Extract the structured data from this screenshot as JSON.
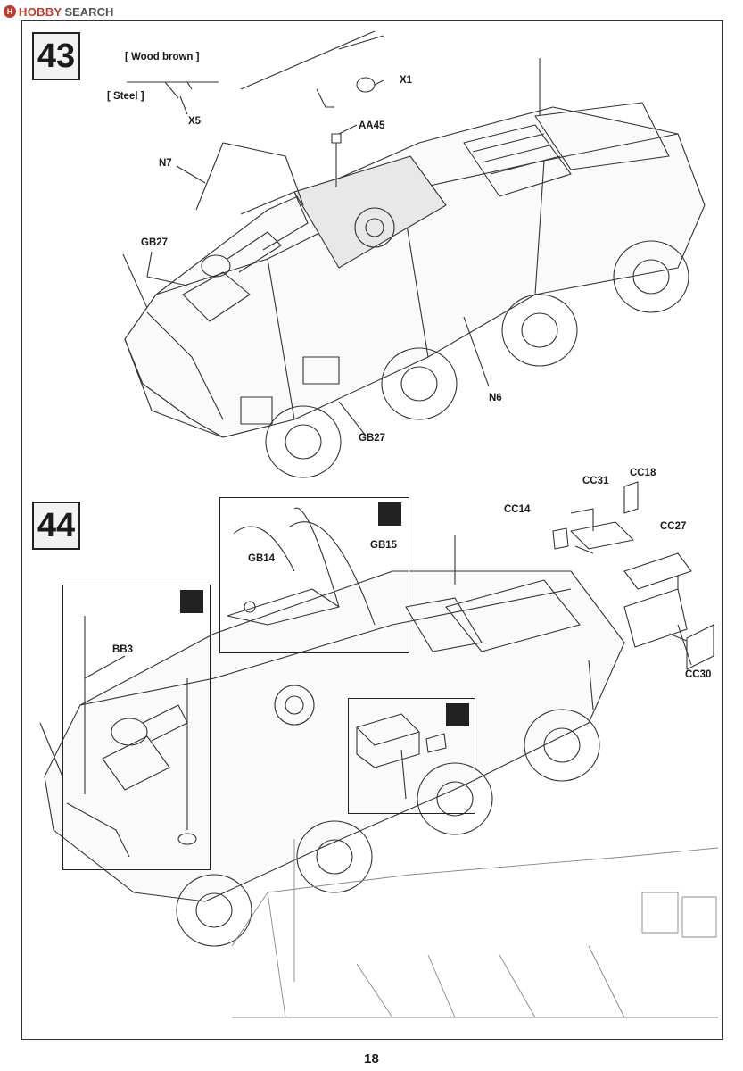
{
  "watermark": {
    "brand": "HOBBY",
    "suffix": "SEARCH"
  },
  "page_number": "18",
  "steps": [
    {
      "number": "43",
      "labels": {
        "wood_brown": "[ Wood brown ]",
        "steel": "[ Steel ]",
        "x5": "X5",
        "x1": "X1",
        "aa45": "AA45",
        "n7": "N7",
        "gb27_top": "GB27",
        "gb27_bottom": "GB27",
        "n6": "N6"
      }
    },
    {
      "number": "44",
      "labels": {
        "gb14": "GB14",
        "gb15": "GB15",
        "bb3": "BB3",
        "cc14": "CC14",
        "cc31": "CC31",
        "cc18": "CC18",
        "cc27": "CC27",
        "cc30": "CC30"
      }
    }
  ]
}
